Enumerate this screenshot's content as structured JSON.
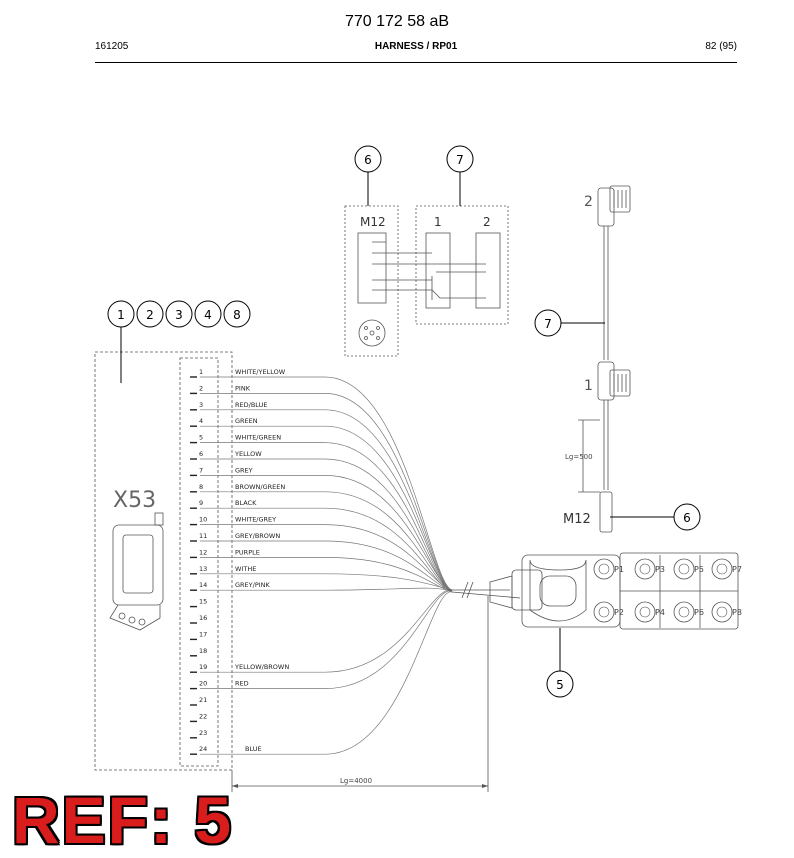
{
  "header": {
    "doc_number": "770 172 58 aB",
    "date_code": "161205",
    "title_main": "HARNESS",
    "title_sep": " / ",
    "title_sub": "RP01",
    "page": "82 (95)"
  },
  "callouts": {
    "left_group": [
      "1",
      "2",
      "3",
      "4",
      "8"
    ],
    "m12_detail": "6",
    "cable_detail": "7",
    "cable_side": "7",
    "m12_side": "6",
    "distribution_box": "5"
  },
  "detail": {
    "m12_label": "M12",
    "col1_label": "1",
    "col2_label": "2"
  },
  "cable": {
    "end2_label": "2",
    "end1_label": "1",
    "length_label": "Lg=500",
    "m12_label": "M12"
  },
  "connector": {
    "label": "X53",
    "wires": [
      {
        "pin": "1",
        "color": "WHITE/YELLOW"
      },
      {
        "pin": "2",
        "color": "PINK"
      },
      {
        "pin": "3",
        "color": "RED/BLUE"
      },
      {
        "pin": "4",
        "color": "GREEN"
      },
      {
        "pin": "5",
        "color": "WHITE/GREEN"
      },
      {
        "pin": "6",
        "color": "YELLOW"
      },
      {
        "pin": "7",
        "color": "GREY"
      },
      {
        "pin": "8",
        "color": "BROWN/GREEN"
      },
      {
        "pin": "9",
        "color": "BLACK"
      },
      {
        "pin": "10",
        "color": "WHITE/GREY"
      },
      {
        "pin": "11",
        "color": "GREY/BROWN"
      },
      {
        "pin": "12",
        "color": "PURPLE"
      },
      {
        "pin": "13",
        "color": "WITHE"
      },
      {
        "pin": "14",
        "color": "GREY/PINK"
      },
      {
        "pin": "15",
        "color": ""
      },
      {
        "pin": "16",
        "color": ""
      },
      {
        "pin": "17",
        "color": ""
      },
      {
        "pin": "18",
        "color": ""
      },
      {
        "pin": "19",
        "color": "YELLOW/BROWN"
      },
      {
        "pin": "20",
        "color": "RED"
      },
      {
        "pin": "21",
        "color": ""
      },
      {
        "pin": "22",
        "color": ""
      },
      {
        "pin": "23",
        "color": ""
      },
      {
        "pin": "24",
        "color": "BLUE"
      }
    ]
  },
  "main_length": "Lg=4000",
  "box_ports": [
    "P1",
    "P2",
    "P3",
    "P4",
    "P5",
    "P6",
    "P7",
    "P8"
  ],
  "ref_stamp": "REF: 5",
  "colors": {
    "ink": "#000000",
    "line": "#555555",
    "stamp": "#d91c1c"
  }
}
